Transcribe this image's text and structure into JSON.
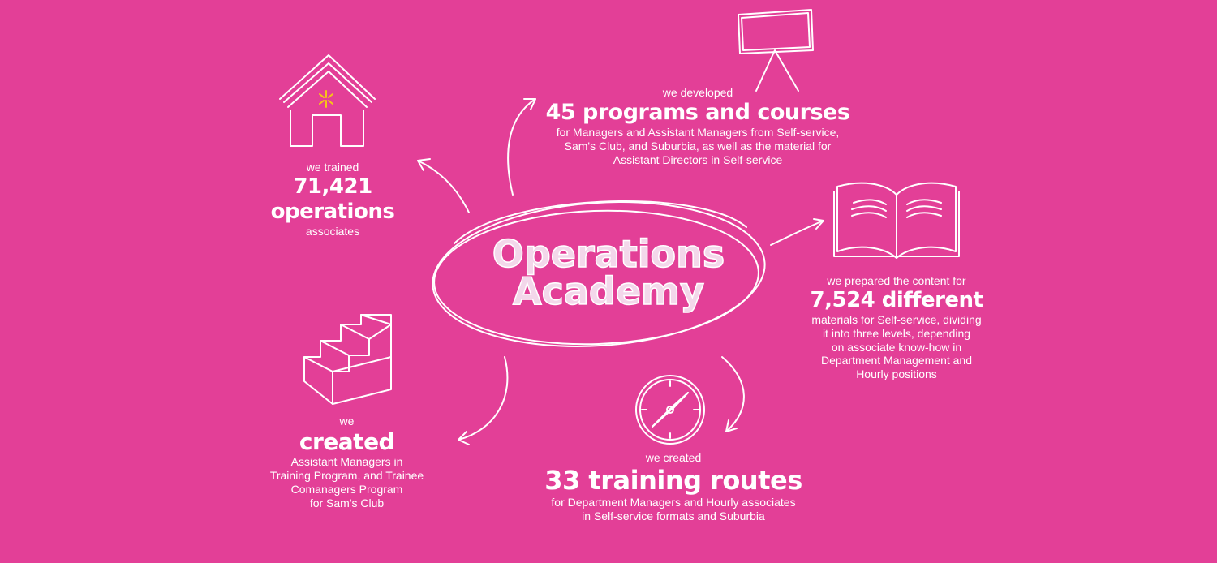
{
  "center": {
    "title_line1": "Operations",
    "title_line2": "Academy"
  },
  "trained": {
    "intro": "we trained",
    "headline": "71,421 operations",
    "detail": "associates",
    "icon": "house-icon"
  },
  "developed": {
    "intro": "we developed",
    "headline": "45 programs and courses",
    "detail_lines": [
      "for Managers and Assistant Managers from Self-service,",
      "Sam's Club, and Suburbia, as well as the material for",
      "Assistant Directors in Self-service"
    ],
    "icon": "easel-icon"
  },
  "prepared": {
    "intro": "we prepared the content for",
    "headline": "7,524 different",
    "detail_lines": [
      "materials for Self-service, dividing",
      "it into three levels, depending",
      "on associate know-how in",
      "Department Management and",
      "Hourly positions"
    ],
    "icon": "open-book-icon"
  },
  "routes": {
    "intro": "we created",
    "headline": "33 training routes",
    "detail_lines": [
      "for Department Managers and Hourly associates",
      "in Self-service formats and Suburbia"
    ],
    "icon": "compass-icon"
  },
  "created": {
    "intro": "we",
    "headline": "created",
    "detail_lines": [
      "Assistant Managers in",
      "Training Program, and Trainee",
      "Comanagers Program",
      "for Sam's Club"
    ],
    "icon": "stairs-icon"
  },
  "colors": {
    "background": "#e33f97",
    "foreground": "#ffffff",
    "spark": "#f5c518"
  }
}
